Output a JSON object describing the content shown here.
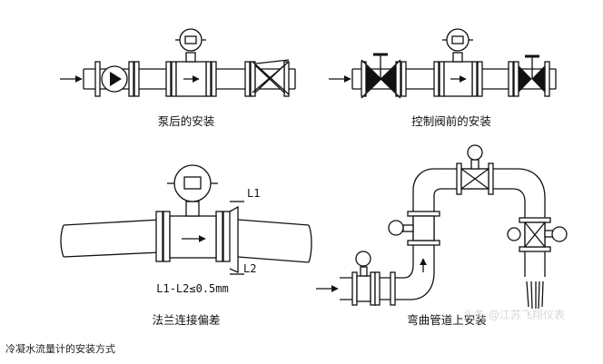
{
  "top_cut_text": "",
  "panels": {
    "pump": {
      "label": "泵后的安装"
    },
    "control_valve": {
      "label": "控制阀前的安装"
    },
    "flange": {
      "label": "法兰连接偏差",
      "dim_l1": "L1",
      "dim_l2": "L2",
      "formula": "L1-L2≤0.5mm"
    },
    "bend": {
      "label": "弯曲管道上安装"
    }
  },
  "watermark": "头条 @江苏飞翔仪表",
  "caption": "冷凝水流量计的安装方式"
}
